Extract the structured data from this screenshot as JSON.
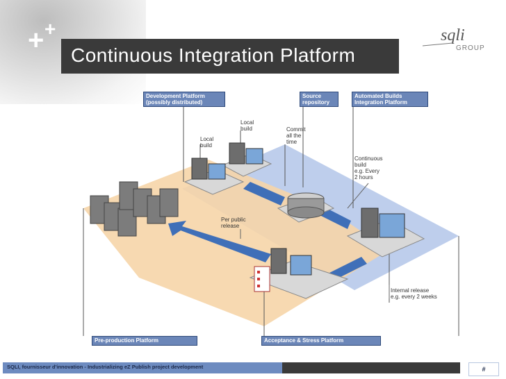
{
  "slide": {
    "title": "Continuous Integration Platform",
    "footer_text": "SQLI, fournisseur d'innovation - Industrializing eZ Publish project development",
    "page_number": "#"
  },
  "logo": {
    "name": "sqli",
    "sub": "GROUP"
  },
  "labels": {
    "dev_platform_1": "Development Platform",
    "dev_platform_2": "(possibly distributed)",
    "source_repo_1": "Source",
    "source_repo_2": "repository",
    "auto_builds_1": "Automated Builds",
    "auto_builds_2": "Integration Platform",
    "preprod": "Pre-production Platform",
    "acceptance": "Acceptance & Stress Platform"
  },
  "notes": {
    "local_build_a_1": "Local",
    "local_build_a_2": "build",
    "local_build_b_1": "Local",
    "local_build_b_2": "build",
    "commit_1": "Commit",
    "commit_2": "all the",
    "commit_3": "time",
    "continuous_1": "Continuous",
    "continuous_2": "build",
    "continuous_3": "e.g. Every",
    "continuous_4": "2 hours",
    "per_public_1": "Per public",
    "per_public_2": "release",
    "internal_1": "Internal release",
    "internal_2": "e.g. every 2 weeks"
  },
  "colors": {
    "dark_bar": "#3a3a3a",
    "label_blue": "#6b86b8",
    "zone_blue": "#b7c9ea",
    "zone_orange": "#f6d5a8",
    "arrow_blue": "#3f6fb8"
  }
}
